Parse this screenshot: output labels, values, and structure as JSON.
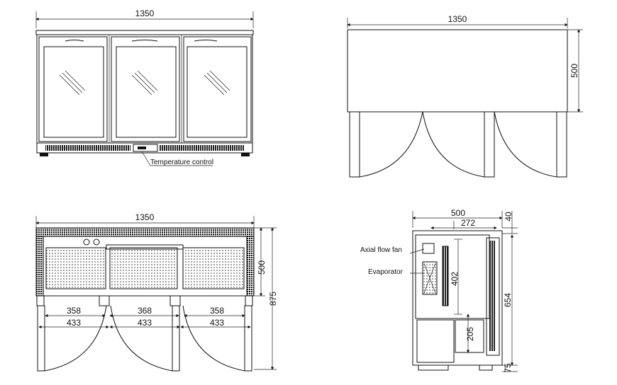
{
  "front_view": {
    "width_label": "1350",
    "callout": "Temperature control"
  },
  "top_view": {
    "width_label": "1350",
    "depth_label": "500"
  },
  "plan_view": {
    "width_label": "1350",
    "inner_widths": [
      "358",
      "368",
      "358"
    ],
    "door_widths": [
      "433",
      "433",
      "433"
    ],
    "depth_label": "500",
    "depth_open_label": "875"
  },
  "side_view": {
    "width_label": "500",
    "inner_label": "272",
    "top_label": "40",
    "height_label": "654",
    "shelf_label": "402",
    "lower_label": "205",
    "foot_label": "75",
    "callout_fan": "Axial flow fan",
    "callout_evap": "Evaporator"
  }
}
